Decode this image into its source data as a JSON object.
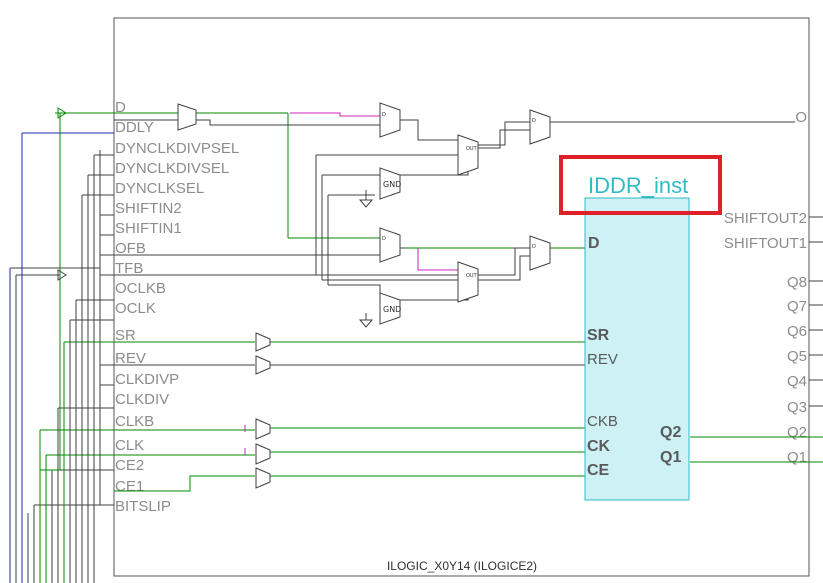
{
  "cell": {
    "title": "ILOGIC_X0Y14 (ILOGICE2)",
    "left_ports": [
      "D",
      "DDLY",
      "DYNCLKDIVPSEL",
      "DYNCLKDIVSEL",
      "DYNCLKSEL",
      "SHIFTIN2",
      "SHIFTIN1",
      "OFB",
      "TFB",
      "OCLKB",
      "OCLK",
      "SR",
      "REV",
      "CLKDIVP",
      "CLKDIV",
      "CLKB",
      "CLK",
      "CE2",
      "CE1",
      "BITSLIP"
    ],
    "right_ports": [
      "O",
      "SHIFTOUT2",
      "SHIFTOUT1",
      "Q8",
      "Q7",
      "Q6",
      "Q5",
      "Q4",
      "Q3",
      "Q2",
      "Q1"
    ]
  },
  "instance": {
    "name": "IDDR_inst",
    "pins": {
      "d": "D",
      "sr": "SR",
      "rev": "REV",
      "ckb": "CKB",
      "ck": "CK",
      "ce": "CE",
      "q2": "Q2",
      "q1": "Q1"
    },
    "fill_color": "#cdf1f4",
    "highlight_color": "#e0212b"
  },
  "gates": {
    "gnd1": "GND",
    "gnd2": "GND",
    "out1": "OUT",
    "out2": "OUT"
  },
  "colors": {
    "net_green": "#008a00",
    "net_dark": "#404040",
    "net_blue": "#1a2bb0",
    "net_magenta": "#d020c0"
  }
}
